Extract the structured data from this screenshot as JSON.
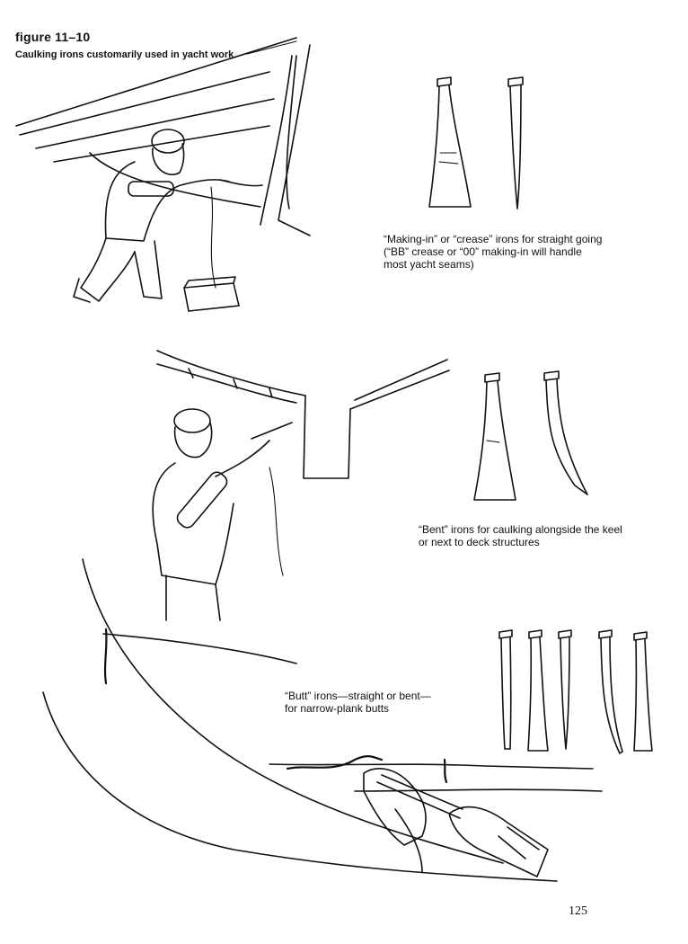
{
  "figure": {
    "label": "figure 11–10",
    "caption": "Caulking irons customarily used in yacht work"
  },
  "notes": {
    "making_in": [
      "“Making-in” or “crease” irons for straight going",
      "(“BB” crease or “00” making-in will handle",
      "most yacht seams)"
    ],
    "bent": [
      "“Bent” irons for caulking alongside the keel",
      "or next to deck structures"
    ],
    "butt": [
      "“Butt” irons—straight or bent—",
      "for narrow-plank butts"
    ]
  },
  "page_number": "125"
}
